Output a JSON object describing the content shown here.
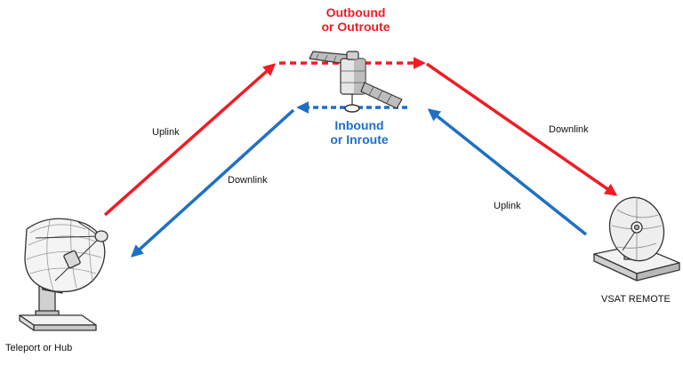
{
  "labels": {
    "outbound_line1": "Outbound",
    "outbound_line2": "or Outroute",
    "inbound_line1": "Inbound",
    "inbound_line2": "or Inroute",
    "uplink_hub": "Uplink",
    "downlink_hub": "Downlink",
    "downlink_remote": "Downlink",
    "uplink_remote": "Uplink",
    "hub_name": "Teleport or Hub",
    "remote_name": "VSAT REMOTE"
  },
  "colors": {
    "outbound": "#f01c24",
    "inbound": "#1f6fc5",
    "device_outline": "#333333",
    "device_fill": "#e6e6e6",
    "device_shade": "#9a9a9a"
  },
  "icons": {
    "satellite": "satellite-icon",
    "hub_dish": "large-dish-antenna-icon",
    "remote_dish": "vsat-dish-icon"
  }
}
